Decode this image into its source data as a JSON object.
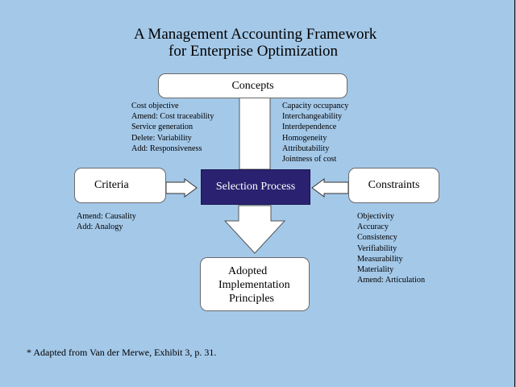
{
  "title": {
    "line1": "A Management Accounting Framework",
    "line2": "for Enterprise Optimization"
  },
  "boxes": {
    "concepts": "Concepts",
    "criteria": "Criteria",
    "selection": "Selection Process",
    "constraints": "Constraints",
    "adopted": [
      "Adopted",
      "Implementation",
      "Principles"
    ]
  },
  "concepts_left": [
    "Cost objective",
    "Amend: Cost traceability",
    "Service generation",
    "Delete: Variability",
    "Add: Responsiveness"
  ],
  "concepts_right": [
    "Capacity occupancy",
    "Interchangeability",
    "Interdependence",
    "Homogeneity",
    "Attributability",
    "Jointness of cost"
  ],
  "criteria_list": [
    "Amend: Causality",
    "Add: Analogy"
  ],
  "constraints_list": [
    "Objectivity",
    "Accuracy",
    "Consistency",
    "Verifiability",
    "Measurability",
    "Materiality",
    "Amend: Articulation"
  ],
  "footnote": "* Adapted from Van der Merwe, Exhibit 3, p. 31.",
  "colors": {
    "background": "#a4c8e8",
    "selection_fill": "#2a2270",
    "box_fill": "#ffffff"
  }
}
